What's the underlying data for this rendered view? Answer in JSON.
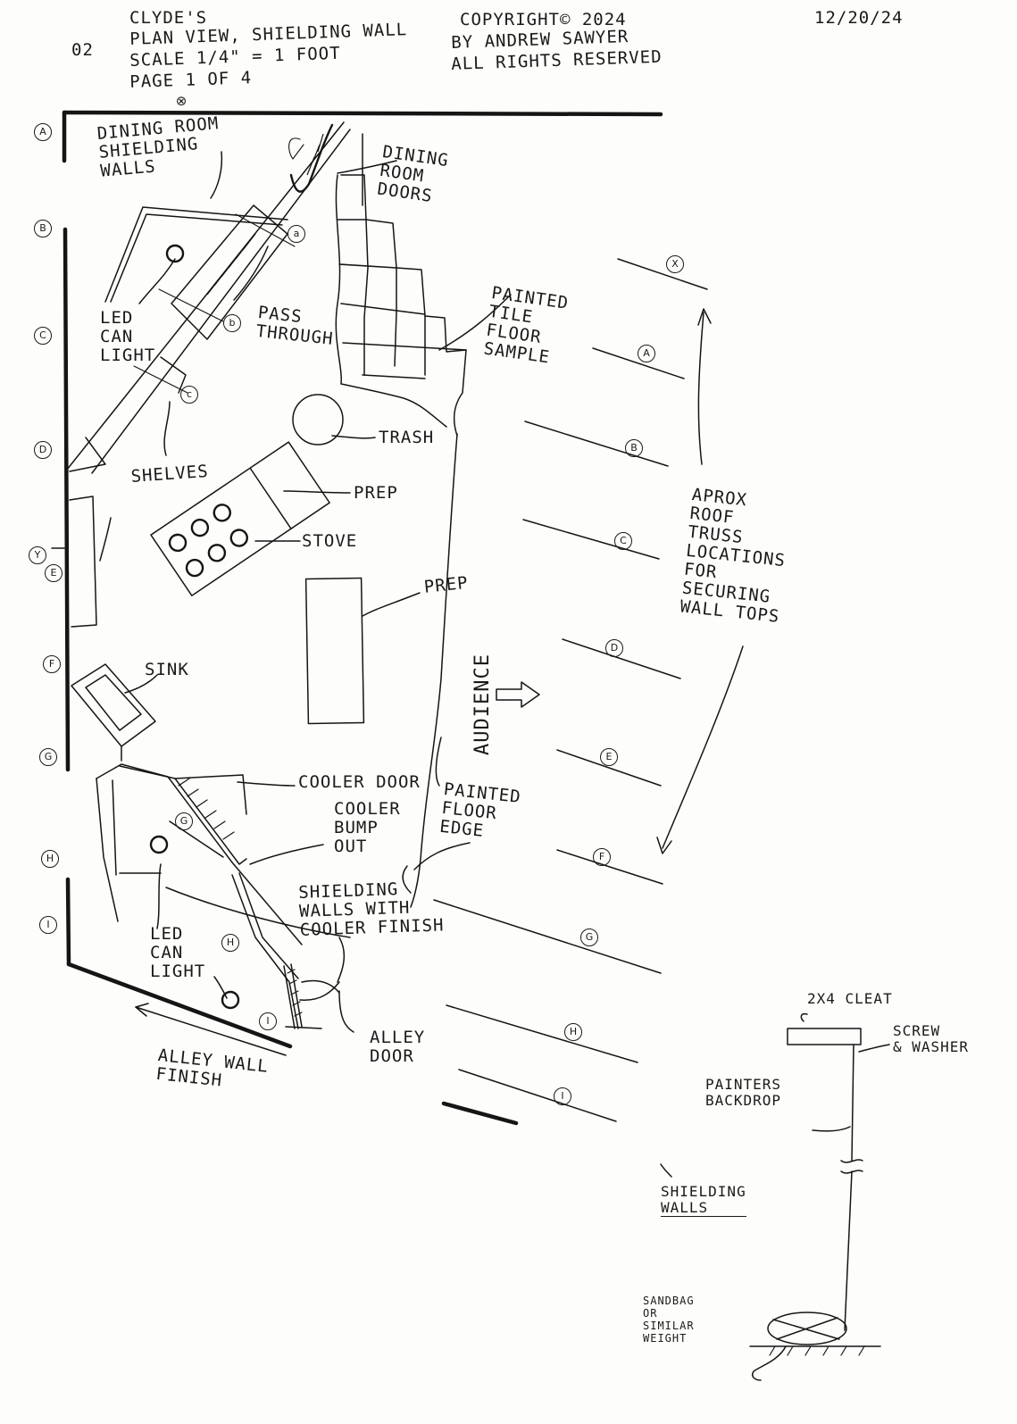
{
  "header": {
    "sheet_number": "02",
    "title_lines": [
      "CLYDE'S",
      "PLAN VIEW, SHIELDING WALL",
      "SCALE 1/4\" = 1 FOOT",
      "PAGE 1 OF 4"
    ],
    "copyright_lines": [
      "COPYRIGHT© 2024",
      "BY ANDREW SAWYER",
      "ALL RIGHTS RESERVED"
    ],
    "date": "12/20/24"
  },
  "left_gridmarks": [
    "A",
    "B",
    "C",
    "D",
    "E",
    "F",
    "G",
    "H",
    "I"
  ],
  "truss_marks": [
    "X",
    "A",
    "B",
    "C",
    "D",
    "E",
    "F",
    "G",
    "H",
    "I"
  ],
  "wall_marks": {
    "a": "a",
    "b": "b",
    "c": "c",
    "g": "G",
    "h": "H",
    "i": "I",
    "x": "X",
    "y": "Y",
    "e": "E"
  },
  "labels": {
    "dining_shield": "DINING ROOM\nSHIELDING\nWALLS",
    "dining_doors": "DINING\nROOM\nDOORS",
    "painted_tile": "PAINTED\nTILE\nFLOOR\nSAMPLE",
    "led_top": "LED\nCAN\nLIGHT",
    "pass_through": "PASS\nTHROUGH",
    "trash": "TRASH",
    "prep1": "PREP",
    "shelves": "SHELVES",
    "stove": "STOVE",
    "prep2": "PREP",
    "audience": "AUDIENCE",
    "sink": "SINK",
    "cooler_door": "COOLER DOOR",
    "cooler_bump": "COOLER\nBUMP\nOUT",
    "painted_floor": "PAINTED\nFLOOR\nEDGE",
    "shield_cooler": "SHIELDING\nWALLS WITH\nCOOLER FINISH",
    "led_bottom": "LED\nCAN\nLIGHT",
    "alley_wall": "ALLEY WALL\nFINISH",
    "alley_door": "ALLEY\nDOOR",
    "truss_note": "APROX\nROOF\nTRUSS\nLOCATIONS\nFOR\nSECURING\nWALL TOPS"
  },
  "detail": {
    "cleat": "2X4 CLEAT",
    "screw": "SCREW\n& WASHER",
    "backdrop": "PAINTERS\nBACKDROP",
    "shielding": "SHIELDING\nWALLS",
    "sandbag": "SANDBAG\nOR\nSIMILAR\nWEIGHT"
  },
  "colors": {
    "ink": "#151515",
    "paper": "#fdfdfb"
  }
}
